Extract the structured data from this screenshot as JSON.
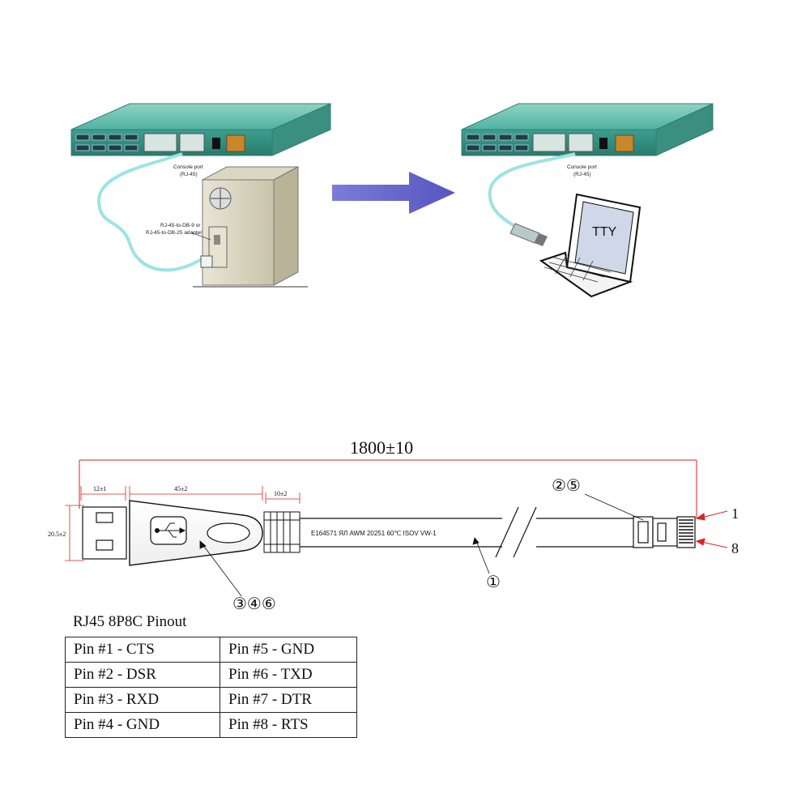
{
  "top": {
    "left_console_label": [
      "Console port",
      "(RJ-45)"
    ],
    "adapter_label": [
      "RJ-45-to-DB-9 or",
      "RJ-45-to-DB-25 adapter"
    ],
    "right_console_label": [
      "Console port",
      "(RJ-45)"
    ],
    "laptop_screen_text": "TTY"
  },
  "drawing": {
    "overall_length": "1800±10",
    "dim_usb_plug": "12±1",
    "dim_housing": "45±2",
    "dim_strain_relief": "10±2",
    "dim_height": "20.5±2",
    "cable_marking": "E164571  ЯЛ  AWM  20251  60℃  ISOV  VW-1",
    "callout_cable": "①",
    "callout_rj45": "②⑤",
    "callout_housing": "③④⑥",
    "pin_1_label": "1",
    "pin_8_label": "8"
  },
  "pinout": {
    "title": "RJ45 8P8C Pinout",
    "rows": [
      [
        "Pin #1 -  CTS",
        "Pin #5 - GND"
      ],
      [
        "Pin #2 - DSR",
        "Pin #6 - TXD"
      ],
      [
        "Pin #3 - RXD",
        "Pin #7 - DTR"
      ],
      [
        "Pin #4 - GND",
        "Pin #8 - RTS"
      ]
    ]
  }
}
